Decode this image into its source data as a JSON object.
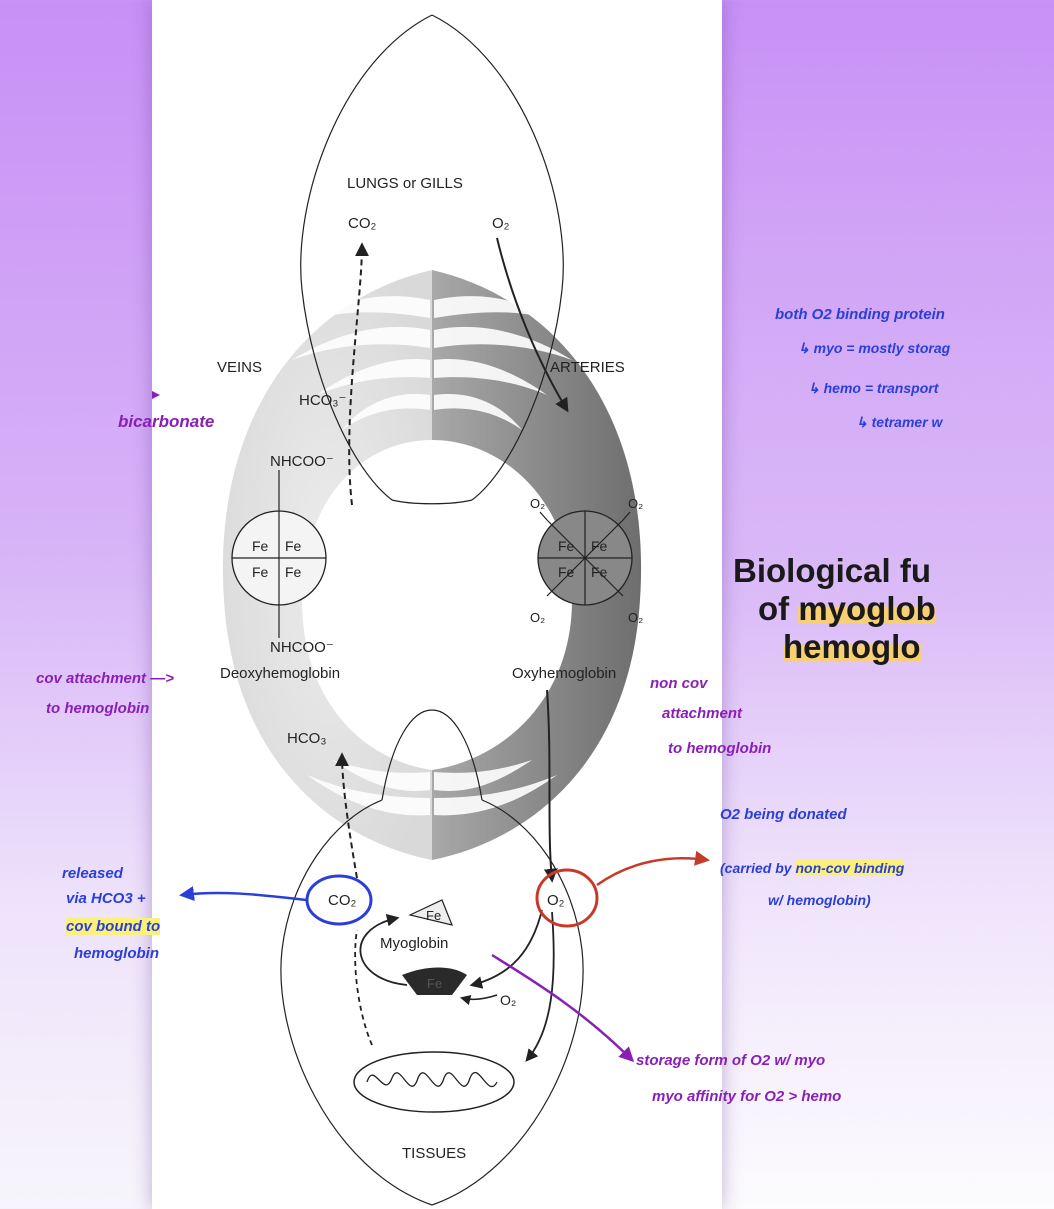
{
  "figure": {
    "lungs_label": "LUNGS or GILLS",
    "co2_top": "CO₂",
    "o2_top": "O₂",
    "veins_label": "VEINS",
    "arteries_label": "ARTERIES",
    "hco3_upper": "HCO₃⁻",
    "nhcoo_upper": "NHCOO⁻",
    "nhcoo_lower": "NHCOO⁻",
    "fe": "Fe",
    "deoxy_label": "Deoxyhemoglobin",
    "oxy_label": "Oxyhemoglobin",
    "hco3_lower": "HCO₃",
    "co2_bottom": "CO₂",
    "o2_bottom": "O₂",
    "o2_small": "O₂",
    "myoglobin_label": "Myoglobin",
    "o2_mito": "O₂",
    "tissues_label": "TISSUES",
    "heme_o2": "O₂"
  },
  "annotations": {
    "bicarbonate": "bicarbonate",
    "cov_attach_1": "cov attachment —>",
    "cov_attach_2": "to hemoglobin",
    "noncov_1": "non cov",
    "noncov_2": "attachment",
    "noncov_3": "to hemoglobin",
    "released_1": "released",
    "released_2": "via HCO3 +",
    "released_3": "cov bound to",
    "released_4": "hemoglobin",
    "o2_donated": "O2 being donated",
    "carried_1": "(carried by ",
    "carried_hl": "non-cov binding",
    "carried_2": "w/ hemoglobin)",
    "storage_1": "storage form of O2 w/ myo",
    "storage_2": "myo affinity for O2 > hemo",
    "both_o2": "both O2 binding protein",
    "myo_storage": "↳ myo = mostly storag",
    "hemo_transport": "↳ hemo = transport",
    "tetramer": "↳ tetramer w"
  },
  "slide": {
    "title_line1": "Biological fu",
    "title_line2a": "of ",
    "title_line2b": "myoglob",
    "title_line3": "hemoglo"
  },
  "colors": {
    "blue_ink": "#2a3fd8",
    "purple_ink": "#8a1fb8",
    "red_ink": "#c63a2b",
    "highlight_yellow": "#fbf07a",
    "highlight_orange": "#f7cf74",
    "background_top": "#c890f6"
  }
}
